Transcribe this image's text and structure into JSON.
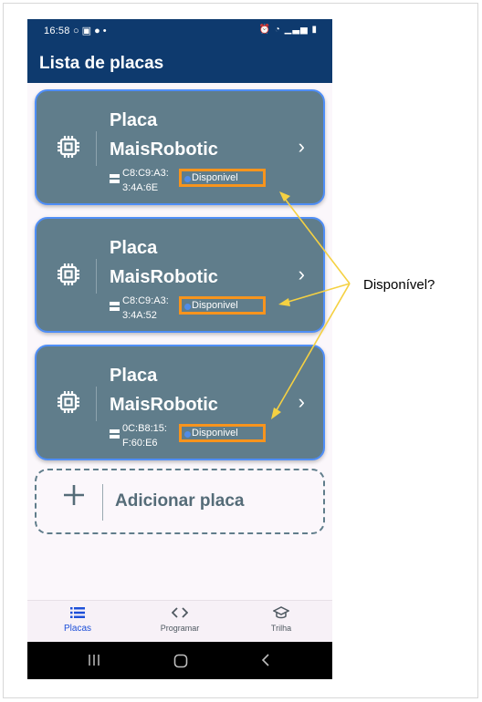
{
  "status_bar": {
    "time": "16:58",
    "left_icons": [
      "whatsapp-icon",
      "gallery-icon",
      "account-icon",
      "dot-icon"
    ],
    "right_icons": [
      "alarm-icon",
      "wifi-icon",
      "signal-icon",
      "battery-icon"
    ]
  },
  "app_bar": {
    "title": "Lista de placas"
  },
  "boards": [
    {
      "name": "Placa MaisRobotic",
      "mac": "C8:C9:A3:\n3:4A:6E",
      "status": "Disponivel"
    },
    {
      "name": "Placa MaisRobotic",
      "mac": "C8:C9:A3:\n3:4A:52",
      "status": "Disponivel"
    },
    {
      "name": "Placa MaisRobotic",
      "mac": "0C:B8:15:\nF:60:E6",
      "status": "Disponivel"
    }
  ],
  "add_board": {
    "label": "Adicionar placa"
  },
  "bottom_nav": [
    {
      "label": "Placas",
      "icon": "list-icon",
      "active": true
    },
    {
      "label": "Programar",
      "icon": "code-icon",
      "active": false
    },
    {
      "label": "Trilha",
      "icon": "graduation-cap-icon",
      "active": false
    }
  ],
  "annotation": {
    "text": "Disponível?"
  },
  "colors": {
    "app_bar": "#0e3a6e",
    "card": "#607d8b",
    "card_border": "#4f8ef7",
    "highlight": "#f7941d",
    "arrow": "#f5d142",
    "active_nav": "#1d4fd8"
  }
}
